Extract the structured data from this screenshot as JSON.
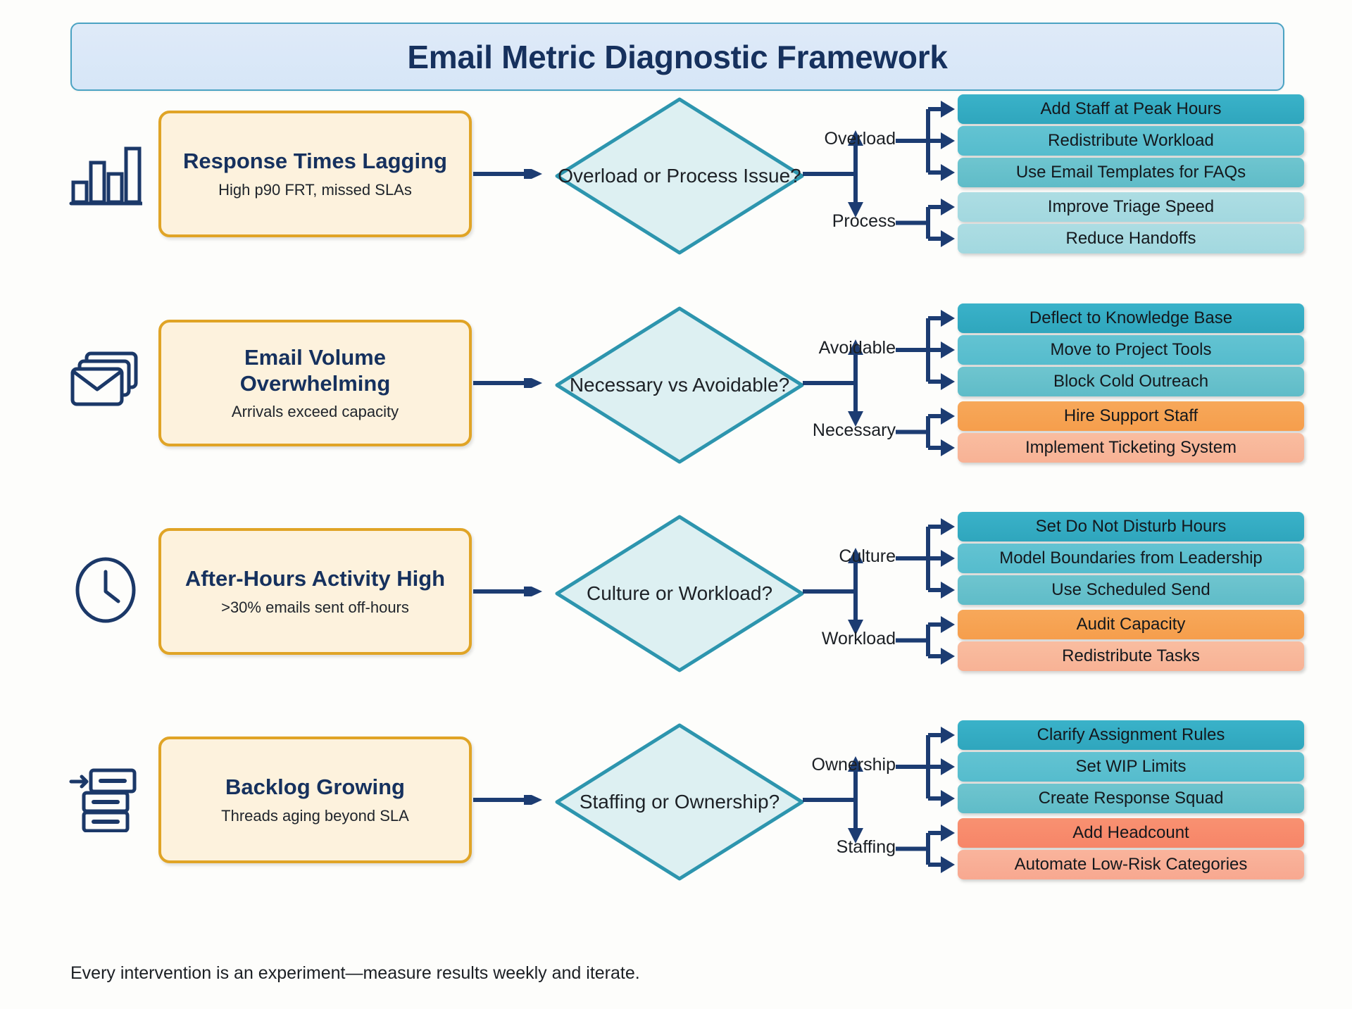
{
  "header": {
    "title": "Email Metric Diagnostic Framework"
  },
  "footer": {
    "note": "Every intervention is an experiment—measure results weekly and iterate."
  },
  "colors": {
    "page_background": "#fdfdfb",
    "header_fill": "#dbe9f8",
    "header_border": "#4ba3c3",
    "problem_fill": "#fdf2dd",
    "problem_border": "#e0a426",
    "diamond_fill": "#ddf0f2",
    "diamond_border": "#2d95ae",
    "arrow_navy": "#1c3c72",
    "text_navy": "#16315e",
    "chip_teal_dark": "#3ab2c9",
    "chip_teal_mid": "#63c3d2",
    "chip_teal_pale": "#addde3",
    "chip_orange": "#f7a85a",
    "chip_orange_pale": "#f9bda0",
    "chip_coral": "#f89171",
    "chip_coral_pale": "#f9b49c"
  },
  "rows": [
    {
      "icon": "bar-chart-icon",
      "problem": {
        "title": "Response Times Lagging",
        "subtitle": "High p90 FRT, missed SLAs"
      },
      "decision": "Overload or Process Issue?",
      "branches": [
        {
          "label": "Overload",
          "actions": [
            {
              "text": "Add Staff at Peak Hours",
              "style": "c-teal-dark"
            },
            {
              "text": "Redistribute Workload",
              "style": "c-teal-mid"
            },
            {
              "text": "Use Email Templates for FAQs",
              "style": "c-teal-mid2"
            }
          ]
        },
        {
          "label": "Process",
          "actions": [
            {
              "text": "Improve Triage Speed",
              "style": "c-teal-pale"
            },
            {
              "text": "Reduce Handoffs",
              "style": "c-teal-pale"
            }
          ]
        }
      ]
    },
    {
      "icon": "email-stack-icon",
      "problem": {
        "title": "Email Volume Overwhelming",
        "subtitle": "Arrivals exceed capacity"
      },
      "decision": "Necessary vs Avoidable?",
      "branches": [
        {
          "label": "Avoidable",
          "actions": [
            {
              "text": "Deflect to Knowledge Base",
              "style": "c-teal-dark"
            },
            {
              "text": "Move to Project Tools",
              "style": "c-teal-mid"
            },
            {
              "text": "Block Cold Outreach",
              "style": "c-teal-mid2"
            }
          ]
        },
        {
          "label": "Necessary",
          "actions": [
            {
              "text": "Hire Support Staff",
              "style": "c-orange"
            },
            {
              "text": "Implement Ticketing System",
              "style": "c-orange-pl"
            }
          ]
        }
      ]
    },
    {
      "icon": "clock-icon",
      "problem": {
        "title": "After-Hours Activity High",
        "subtitle": ">30% emails sent off-hours"
      },
      "decision": "Culture or Workload?",
      "branches": [
        {
          "label": "Culture",
          "actions": [
            {
              "text": "Set Do Not Disturb Hours",
              "style": "c-teal-dark"
            },
            {
              "text": "Model Boundaries from Leadership",
              "style": "c-teal-mid"
            },
            {
              "text": "Use Scheduled Send",
              "style": "c-teal-mid2"
            }
          ]
        },
        {
          "label": "Workload",
          "actions": [
            {
              "text": "Audit Capacity",
              "style": "c-orange"
            },
            {
              "text": "Redistribute Tasks",
              "style": "c-orange-pl"
            }
          ]
        }
      ]
    },
    {
      "icon": "backlog-queue-icon",
      "problem": {
        "title": "Backlog Growing",
        "subtitle": "Threads aging beyond SLA"
      },
      "decision": "Staffing or Ownership?",
      "branches": [
        {
          "label": "Ownership",
          "actions": [
            {
              "text": "Clarify Assignment Rules",
              "style": "c-teal-dark"
            },
            {
              "text": "Set WIP Limits",
              "style": "c-teal-mid"
            },
            {
              "text": "Create Response Squad",
              "style": "c-teal-mid2"
            }
          ]
        },
        {
          "label": "Staffing",
          "actions": [
            {
              "text": "Add Headcount",
              "style": "c-coral"
            },
            {
              "text": "Automate Low-Risk Categories",
              "style": "c-coral-pl"
            }
          ]
        }
      ]
    }
  ]
}
